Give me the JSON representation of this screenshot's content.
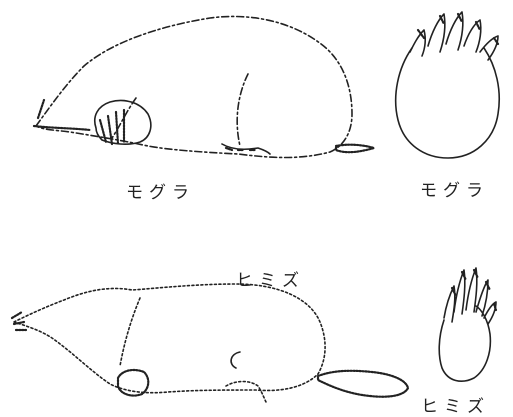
{
  "labels": {
    "mogura_body": "モグラ",
    "mogura_hand": "モグラ",
    "himizu_body": "ヒミズ",
    "himizu_hand": "ヒミズ"
  },
  "style": {
    "line_color": "#222222",
    "background": "#ffffff"
  }
}
